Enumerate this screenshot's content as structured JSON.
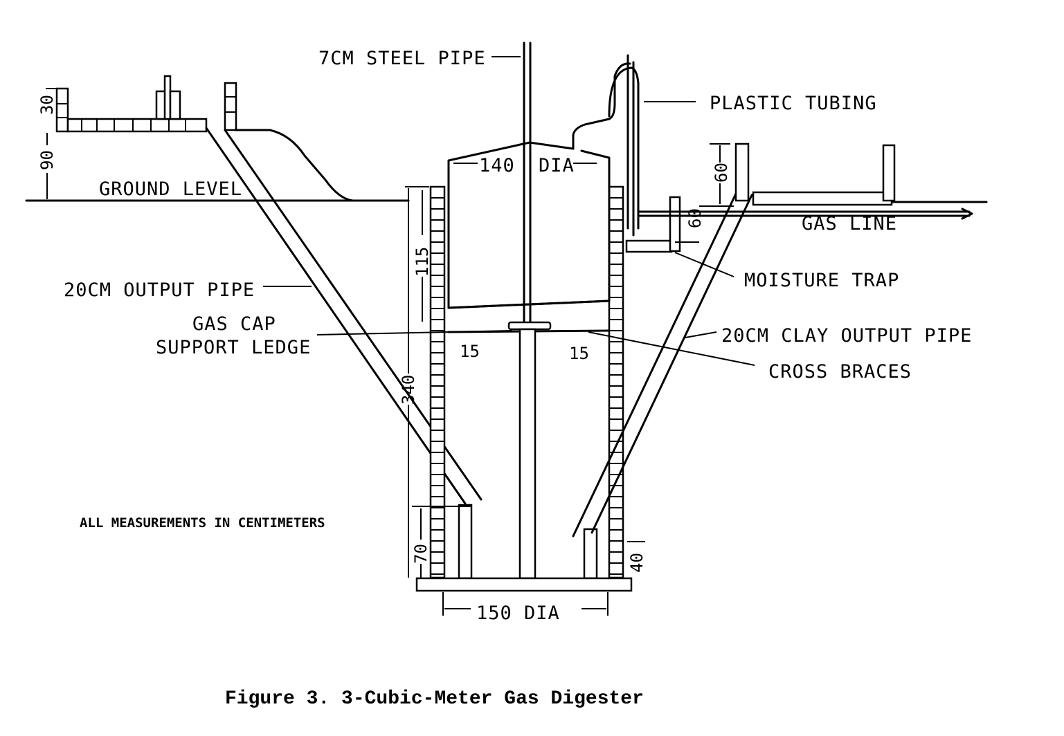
{
  "figure": {
    "caption": "Figure 3.   3-Cubic-Meter Gas Digester",
    "note": "ALL MEASUREMENTS IN CENTIMETERS"
  },
  "labels": {
    "steel_pipe": "7CM STEEL PIPE",
    "plastic_tubing": "PLASTIC TUBING",
    "ground_level": "GROUND LEVEL",
    "gas_line": "GAS LINE",
    "moisture_trap": "MOISTURE TRAP",
    "output_pipe_left": "20CM OUTPUT PIPE",
    "gas_cap_line1": "GAS CAP",
    "gas_cap_line2": "SUPPORT LEDGE",
    "clay_output_pipe": "20CM CLAY OUTPUT PIPE",
    "cross_braces": "CROSS BRACES"
  },
  "dimensions": {
    "cap_diameter_left": "140",
    "cap_diameter_right": "DIA",
    "left_wall_height": "30",
    "left_raise": "90",
    "upper_wall": "115",
    "total_depth": "340",
    "ledge_left": "15",
    "ledge_right": "15",
    "bottom_left": "70",
    "bottom_right": "40",
    "right_wall_height": "60",
    "trap_depth": "60",
    "base_diameter": "150 DIA"
  }
}
